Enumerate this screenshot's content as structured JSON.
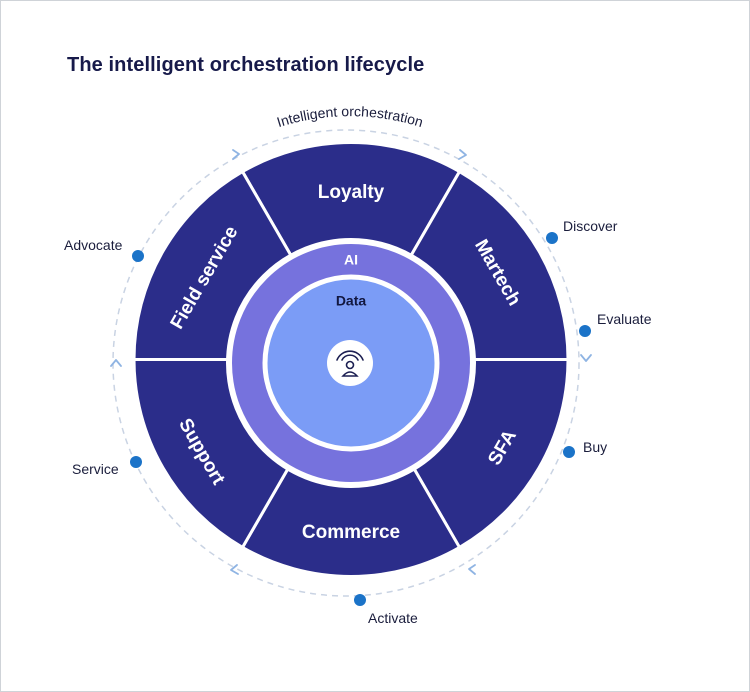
{
  "title": "The intelligent orchestration lifecycle",
  "outer_ring_label": "Intelligent orchestration",
  "segments": [
    "Loyalty",
    "Martech",
    "SFA",
    "Commerce",
    "Support",
    "Field service"
  ],
  "rings": {
    "middle": "AI",
    "inner": "Data"
  },
  "center_icon": "person-signal-icon",
  "stages": [
    "Discover",
    "Evaluate",
    "Buy",
    "Activate",
    "Service",
    "Advocate"
  ],
  "colors": {
    "segment_fill": "#2b2d8a",
    "ai_ring": "#7672dd",
    "data_circle": "#7b9cf6",
    "stage_dot": "#1b73c8",
    "arrow": "#8fb4e3",
    "dash_ring": "#c9d3e3",
    "title": "#171a4a"
  }
}
